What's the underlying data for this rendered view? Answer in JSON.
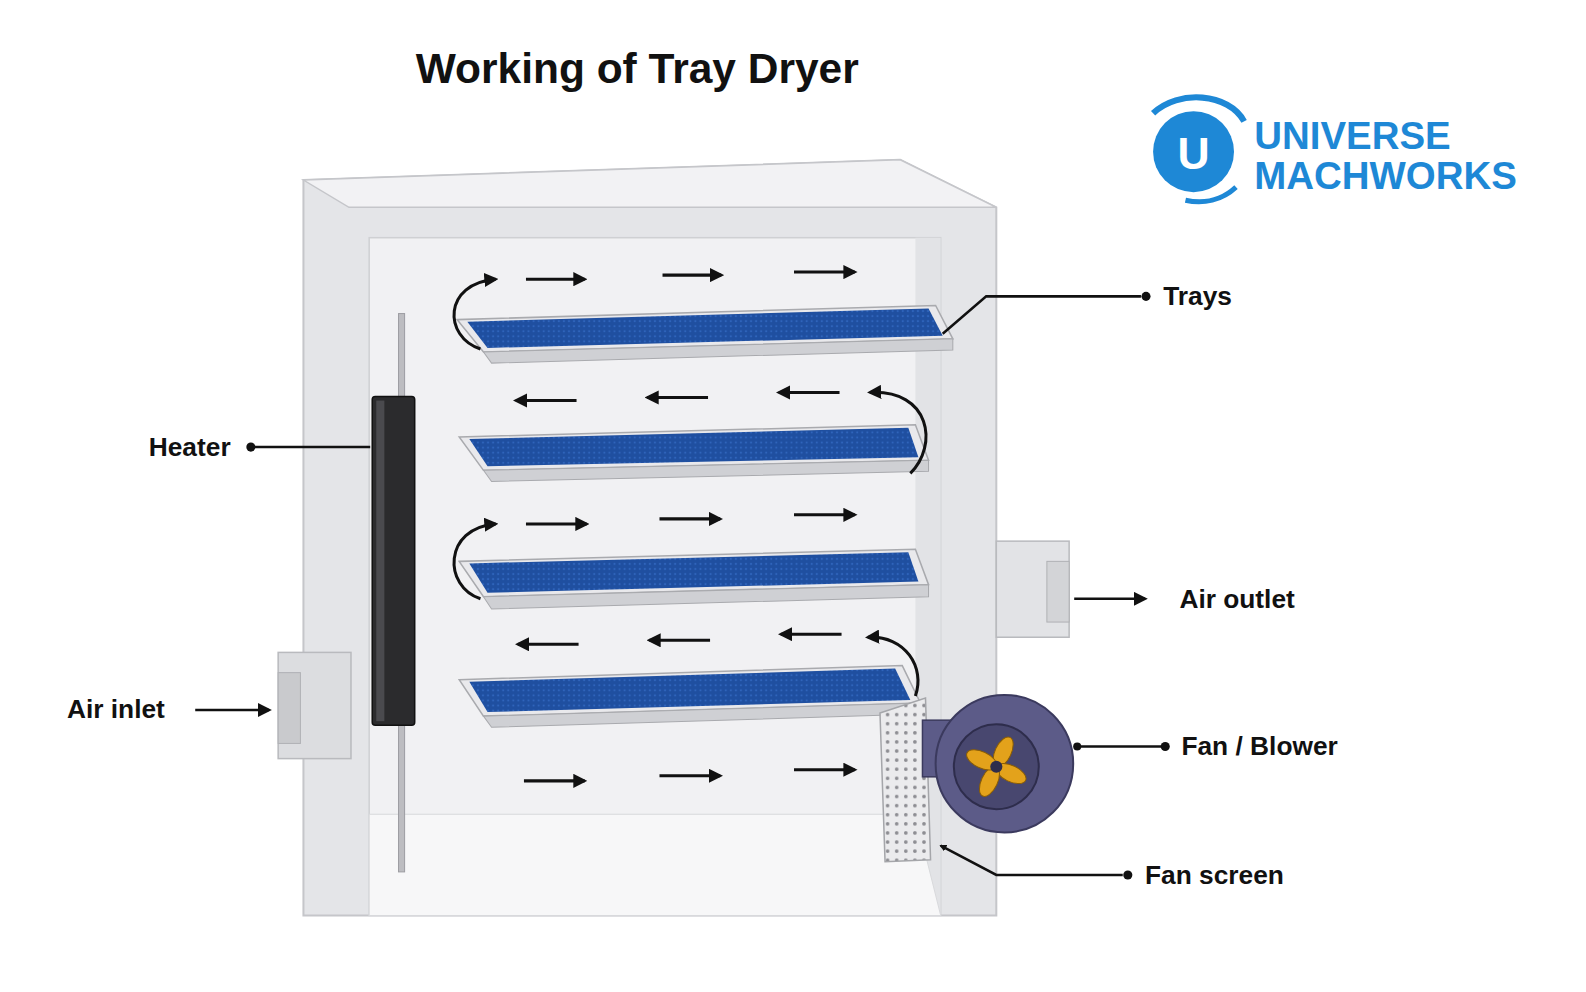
{
  "diagram": {
    "title": "Working of Tray Dryer",
    "labels": [
      "Trays",
      "Heater",
      "Air outlet",
      "Air inlet",
      "Fan / Blower",
      "Fan screen",
      "U",
      "UNIVERSE",
      "MACHWORKS"
    ]
  }
}
